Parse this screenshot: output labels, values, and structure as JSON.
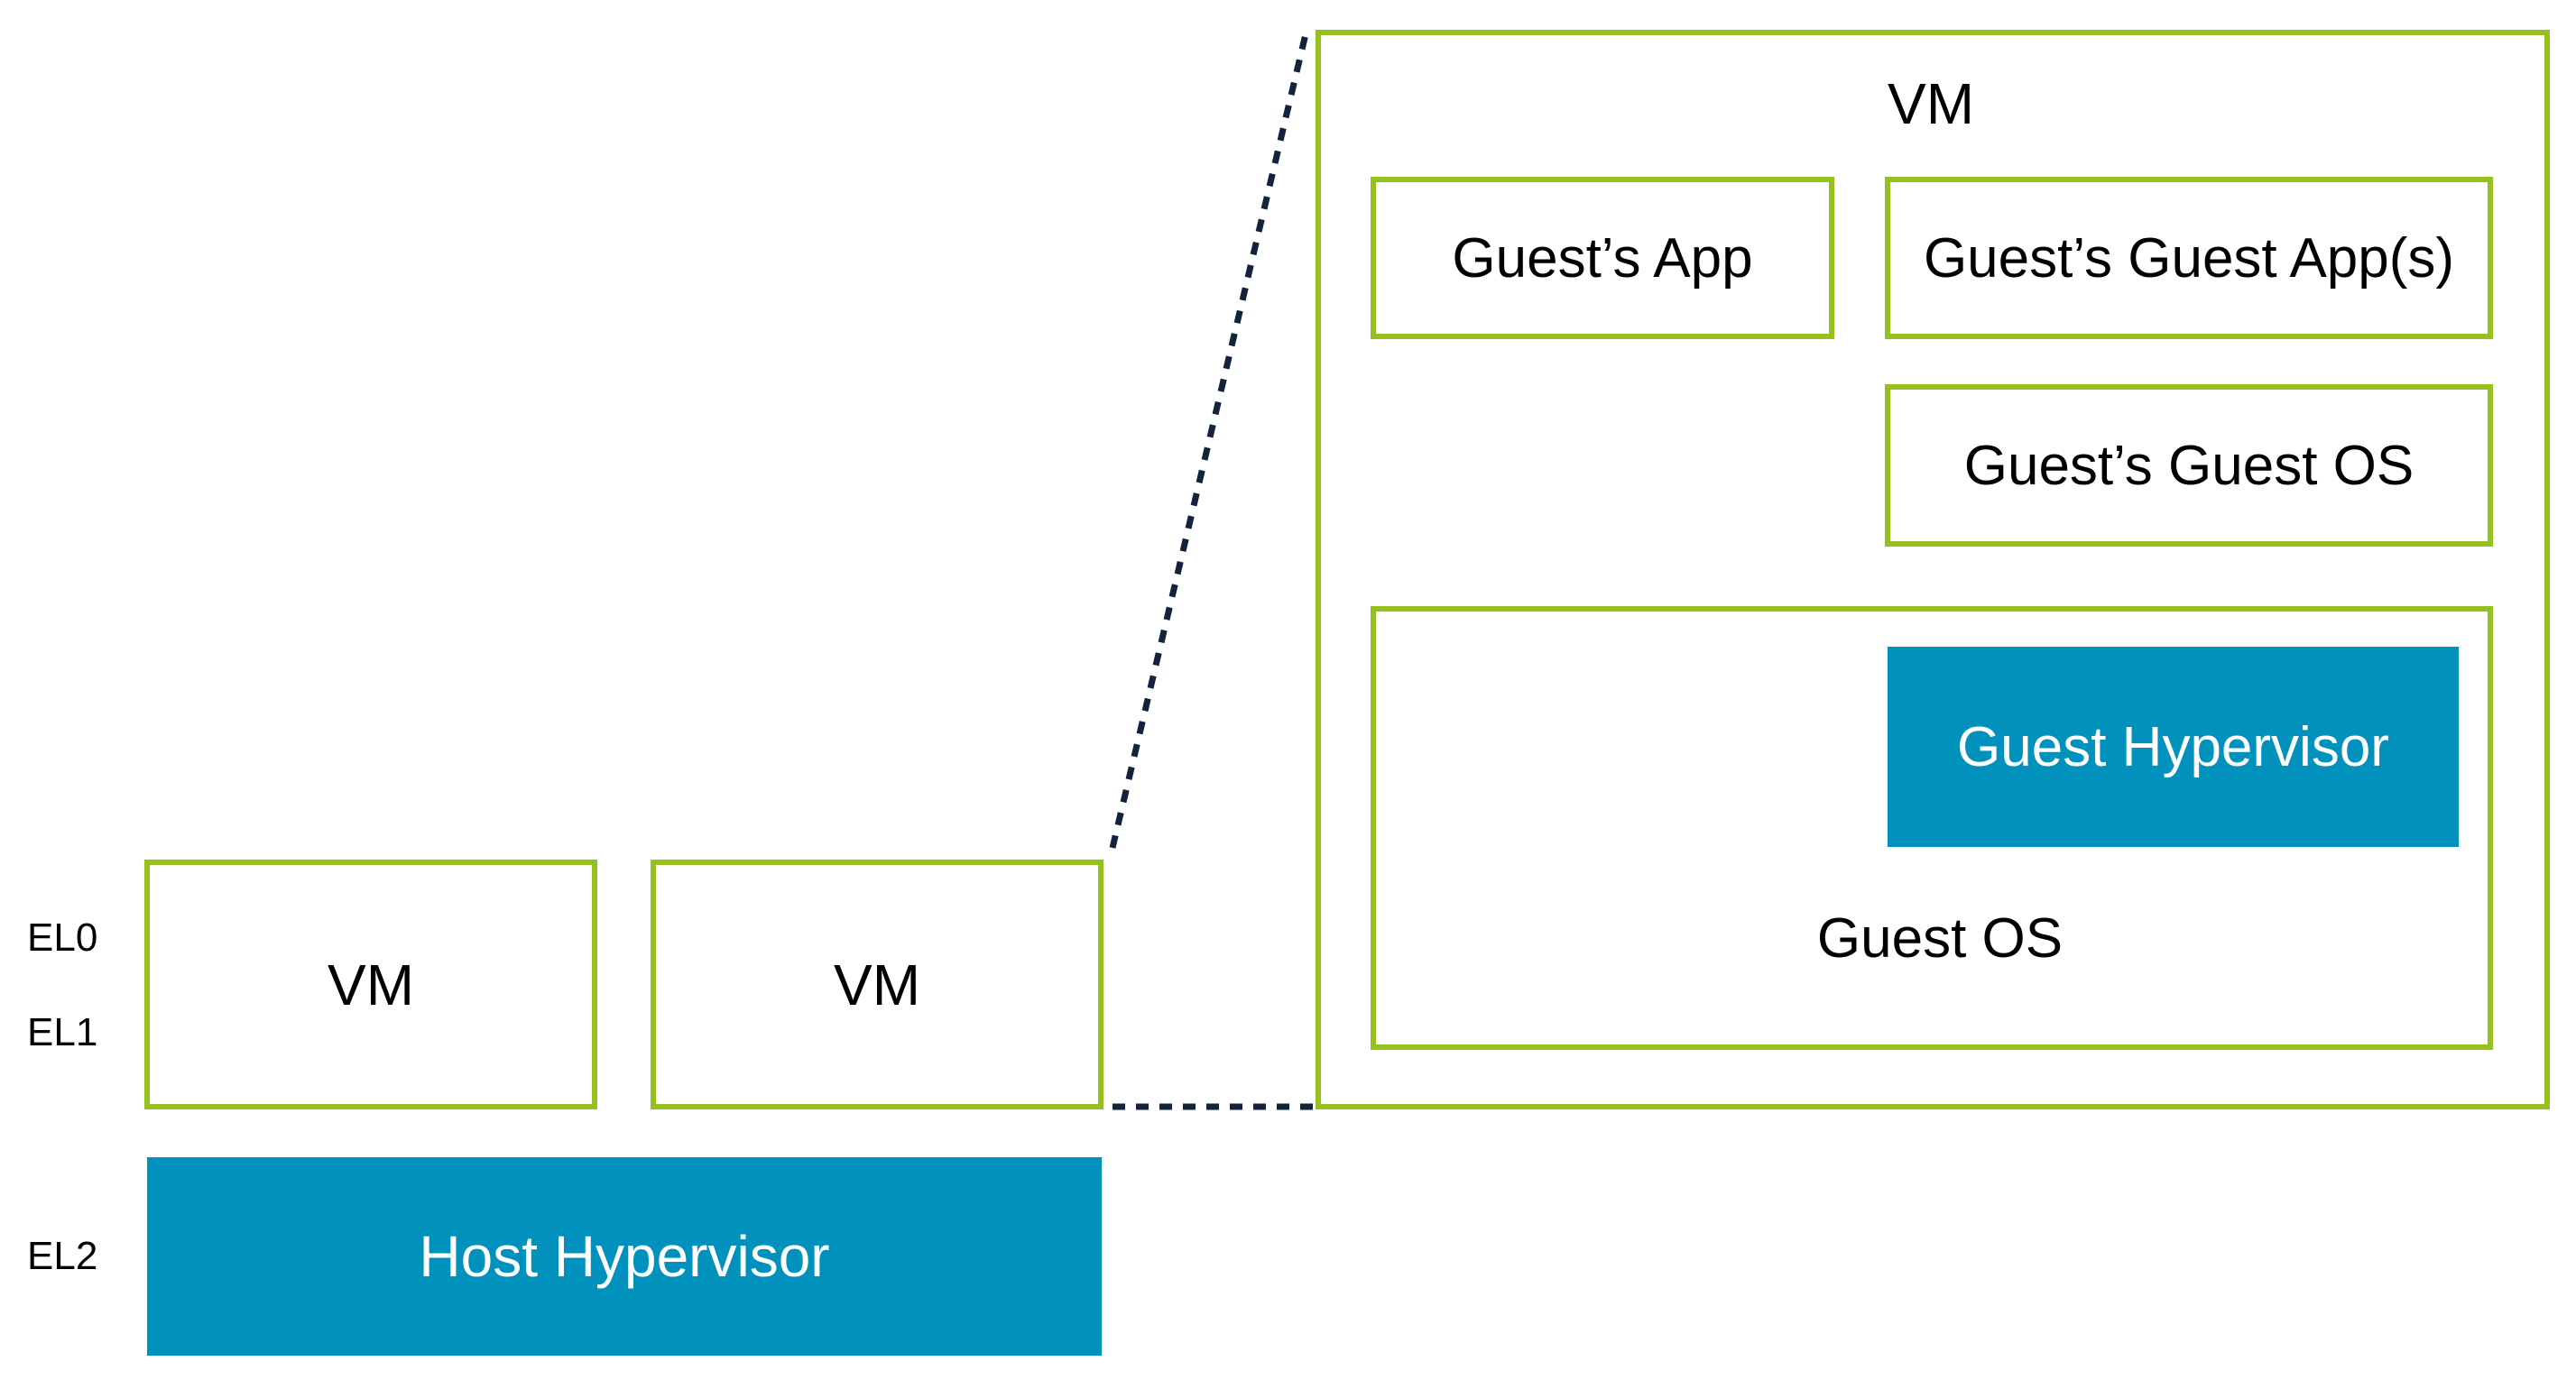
{
  "colors": {
    "outline": "#95c11f",
    "hypervisor_fill": "#0091bd",
    "connector": "#14233c",
    "text": "#000000",
    "text_on_fill": "#ffffff"
  },
  "exception_levels": {
    "el0": "EL0",
    "el1": "EL1",
    "el2": "EL2"
  },
  "host": {
    "vm1_label": "VM",
    "vm2_label": "VM",
    "host_hypervisor_label": "Host Hypervisor"
  },
  "expanded_vm": {
    "title": "VM",
    "guest_app_label": "Guest’s App",
    "guest_guest_apps_label": "Guest’s Guest App(s)",
    "guest_guest_os_label": "Guest’s Guest OS",
    "guest_hypervisor_label": "Guest Hypervisor",
    "guest_os_label": "Guest OS"
  }
}
